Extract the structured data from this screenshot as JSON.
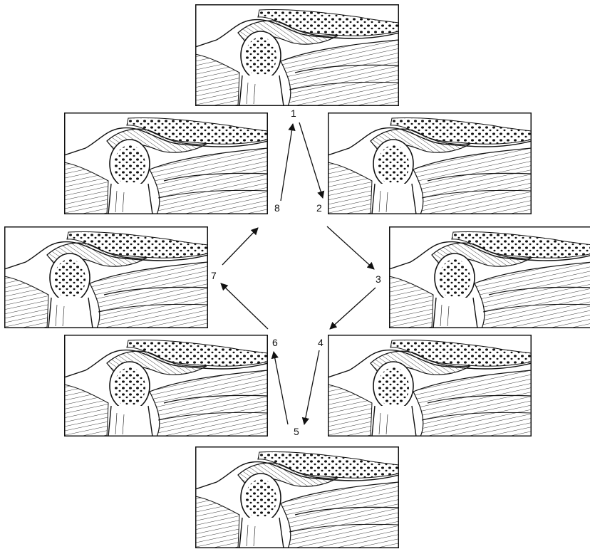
{
  "figure": {
    "stage_labels": [
      "1",
      "2",
      "3",
      "4",
      "5",
      "6",
      "7",
      "8"
    ],
    "panels": [
      {
        "id": "panel-1",
        "stage": "1"
      },
      {
        "id": "panel-2",
        "stage": "2"
      },
      {
        "id": "panel-3",
        "stage": "3"
      },
      {
        "id": "panel-4",
        "stage": "4"
      },
      {
        "id": "panel-5",
        "stage": "5"
      },
      {
        "id": "panel-6",
        "stage": "6"
      },
      {
        "id": "panel-7",
        "stage": "7"
      },
      {
        "id": "panel-8",
        "stage": "8"
      }
    ],
    "sequence": [
      "1",
      "2",
      "3",
      "4",
      "5",
      "6",
      "7",
      "8",
      "1"
    ],
    "ink_color": "#111111",
    "background_color": "#ffffff",
    "style": "pen-and-ink anatomical illustration"
  }
}
